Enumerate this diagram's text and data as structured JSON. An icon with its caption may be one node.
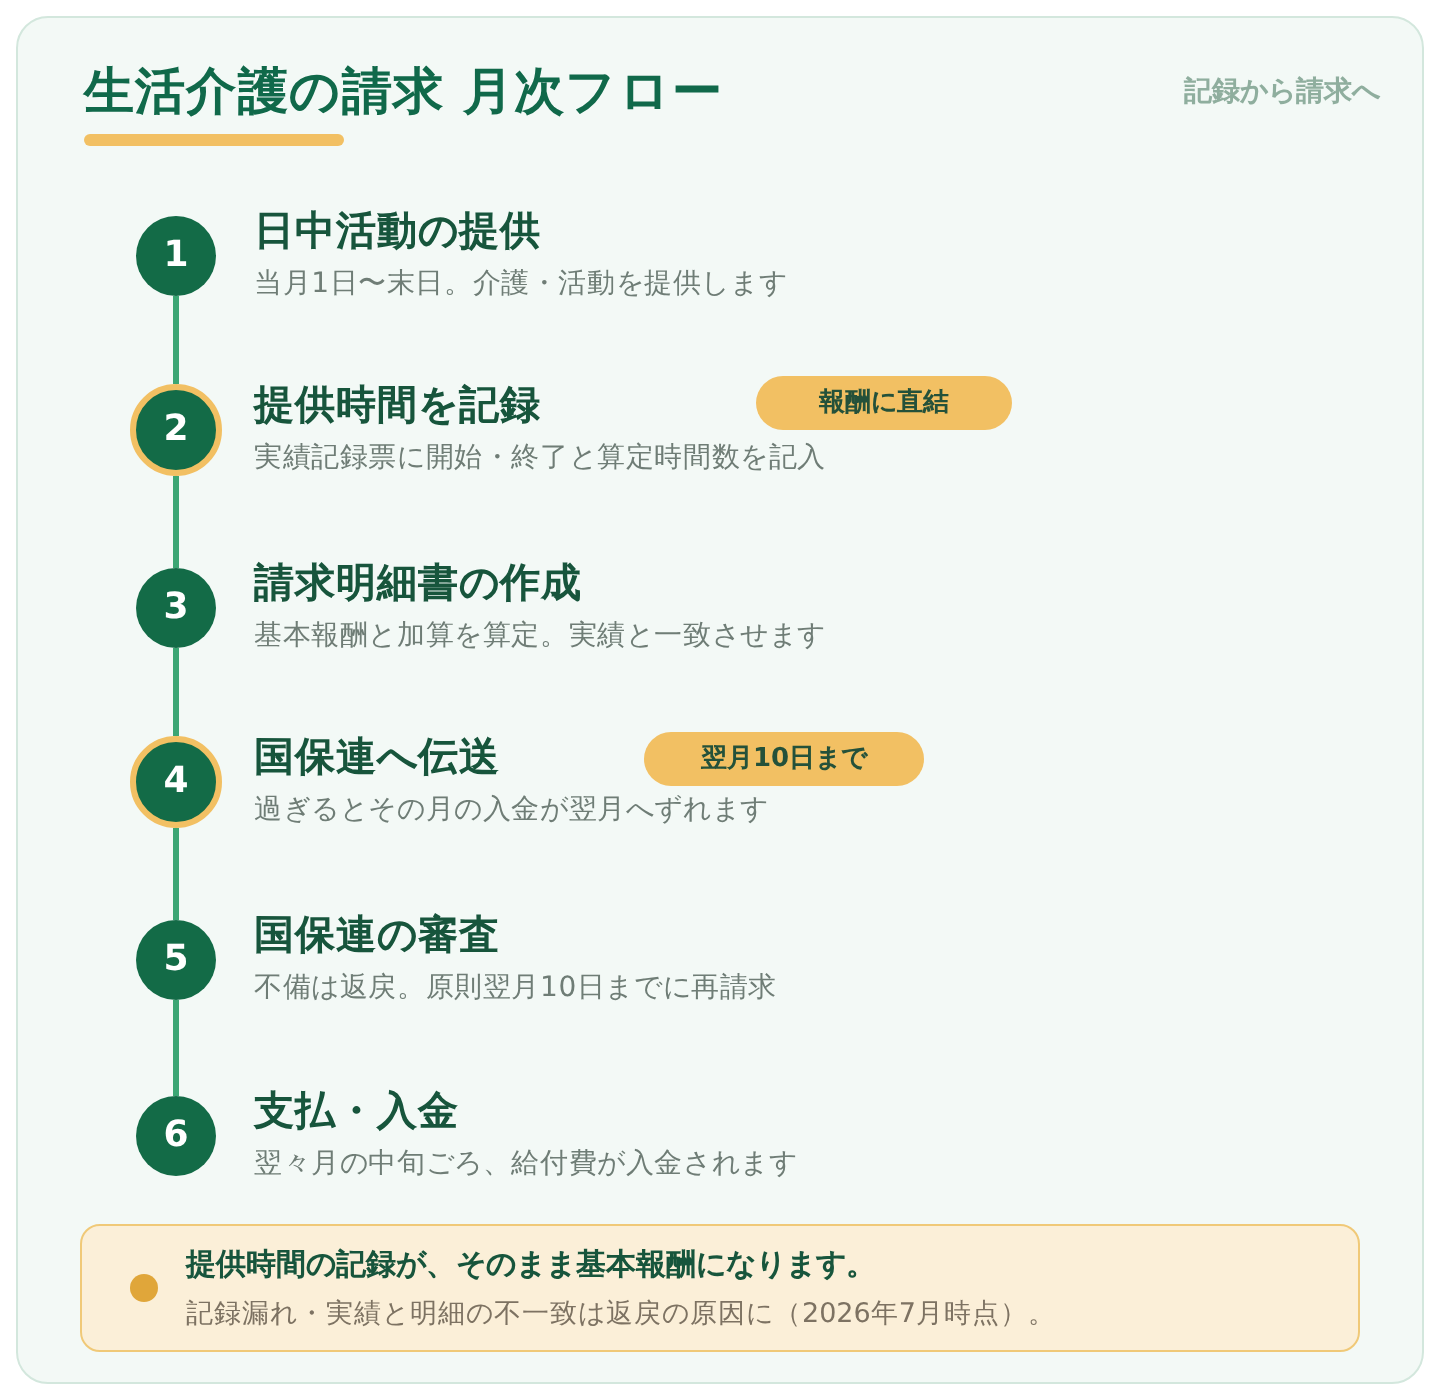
{
  "diagram": {
    "title": "生活介護の請求 月次フロー",
    "nodes": [
      {
        "text": [
          "1"
        ],
        "beside": [
          "日中活動の提供",
          "当月1日〜末日。介護・活動を提供します"
        ]
      },
      {
        "text": [
          "2"
        ],
        "beside": [
          "提供時間を記録",
          "実績記録票に開始・終了と算定時間数を記入"
        ]
      },
      {
        "text": [
          "報酬に直結"
        ]
      },
      {
        "text": [
          "3"
        ],
        "beside": [
          "請求明細書の作成",
          "基本報酬と加算を算定。実績と一致させます"
        ]
      },
      {
        "text": [
          "4"
        ],
        "beside": [
          "国保連へ伝送",
          "過ぎるとその月の入金が翌月へずれます"
        ]
      },
      {
        "text": [
          "翌月10日まで"
        ]
      },
      {
        "text": [
          "5"
        ],
        "beside": [
          "国保連の審査",
          "不備は返戻。原則翌月10日までに再請求"
        ]
      },
      {
        "text": [
          "6"
        ],
        "beside": [
          "支払・入金",
          "翌々月の中旬ごろ、給付費が入金されます"
        ]
      },
      {
        "text": [
          "提供時間の記録が、そのまま基本報酬になります。",
          "記録漏れ・実績と明細の不一致は返戻の原因に（2026年7月時点）。"
        ]
      }
    ],
    "edges": [
      {
        "from": 0,
        "to": 1,
        "arrow": "none"
      },
      {
        "from": 1,
        "to": 3,
        "arrow": "none"
      },
      {
        "from": 3,
        "to": 4,
        "arrow": "none"
      },
      {
        "from": 4,
        "to": 6,
        "arrow": "none"
      },
      {
        "from": 6,
        "to": 7,
        "arrow": "none"
      }
    ],
    "labels": [
      "記録から請求へ"
    ]
  }
}
